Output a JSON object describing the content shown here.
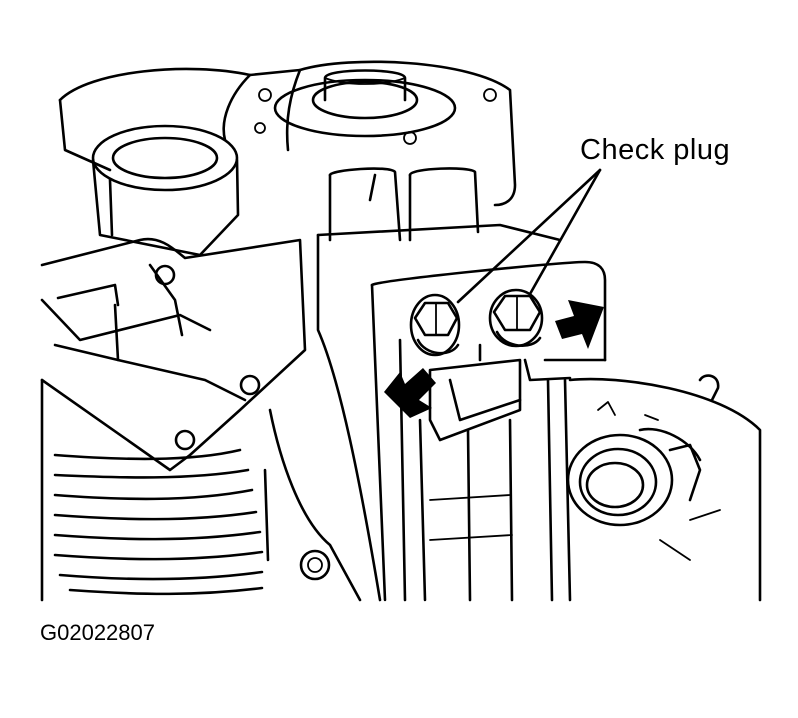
{
  "diagram": {
    "callout_label": "Check plug",
    "figure_id": "G02022807",
    "line_color": "#000000",
    "background_color": "#ffffff",
    "arrow_count": 2,
    "icons": [
      "check-plug-bolt",
      "pointer-arrow"
    ]
  }
}
